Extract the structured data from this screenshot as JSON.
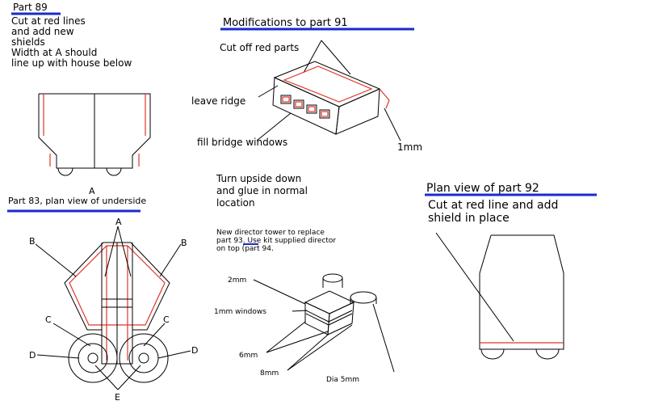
{
  "part89": {
    "title": "Part 89",
    "text": [
      "Cut at red lines",
      "and add new",
      "shields",
      "Width at A should",
      "line up with house below"
    ],
    "label_a": "A"
  },
  "part91": {
    "title": "Modifications to part 91",
    "cut_off": "Cut off red parts",
    "leave_ridge": "leave ridge",
    "fill_bridge": "fill bridge windows",
    "one_mm": "1mm",
    "turn": [
      "Turn upside down",
      "and glue in normal",
      "location"
    ]
  },
  "part83": {
    "title": "Part 83, plan view of underside",
    "labels": {
      "a": "A",
      "b": "B",
      "c": "C",
      "d": "D",
      "e": "E"
    }
  },
  "director": {
    "text": [
      "New director tower to replace",
      "part 93. Use kit supplied director",
      "on top (part 94."
    ],
    "dims": [
      "2mm",
      "1mm windows",
      "6mm",
      "8mm",
      "Dia 5mm"
    ]
  },
  "part92": {
    "title": "Plan view of part 92",
    "text": [
      "Cut at red line and add",
      "shield in place"
    ]
  },
  "colors": {
    "red": "#e0352b",
    "underline": "#1a2bcc"
  }
}
